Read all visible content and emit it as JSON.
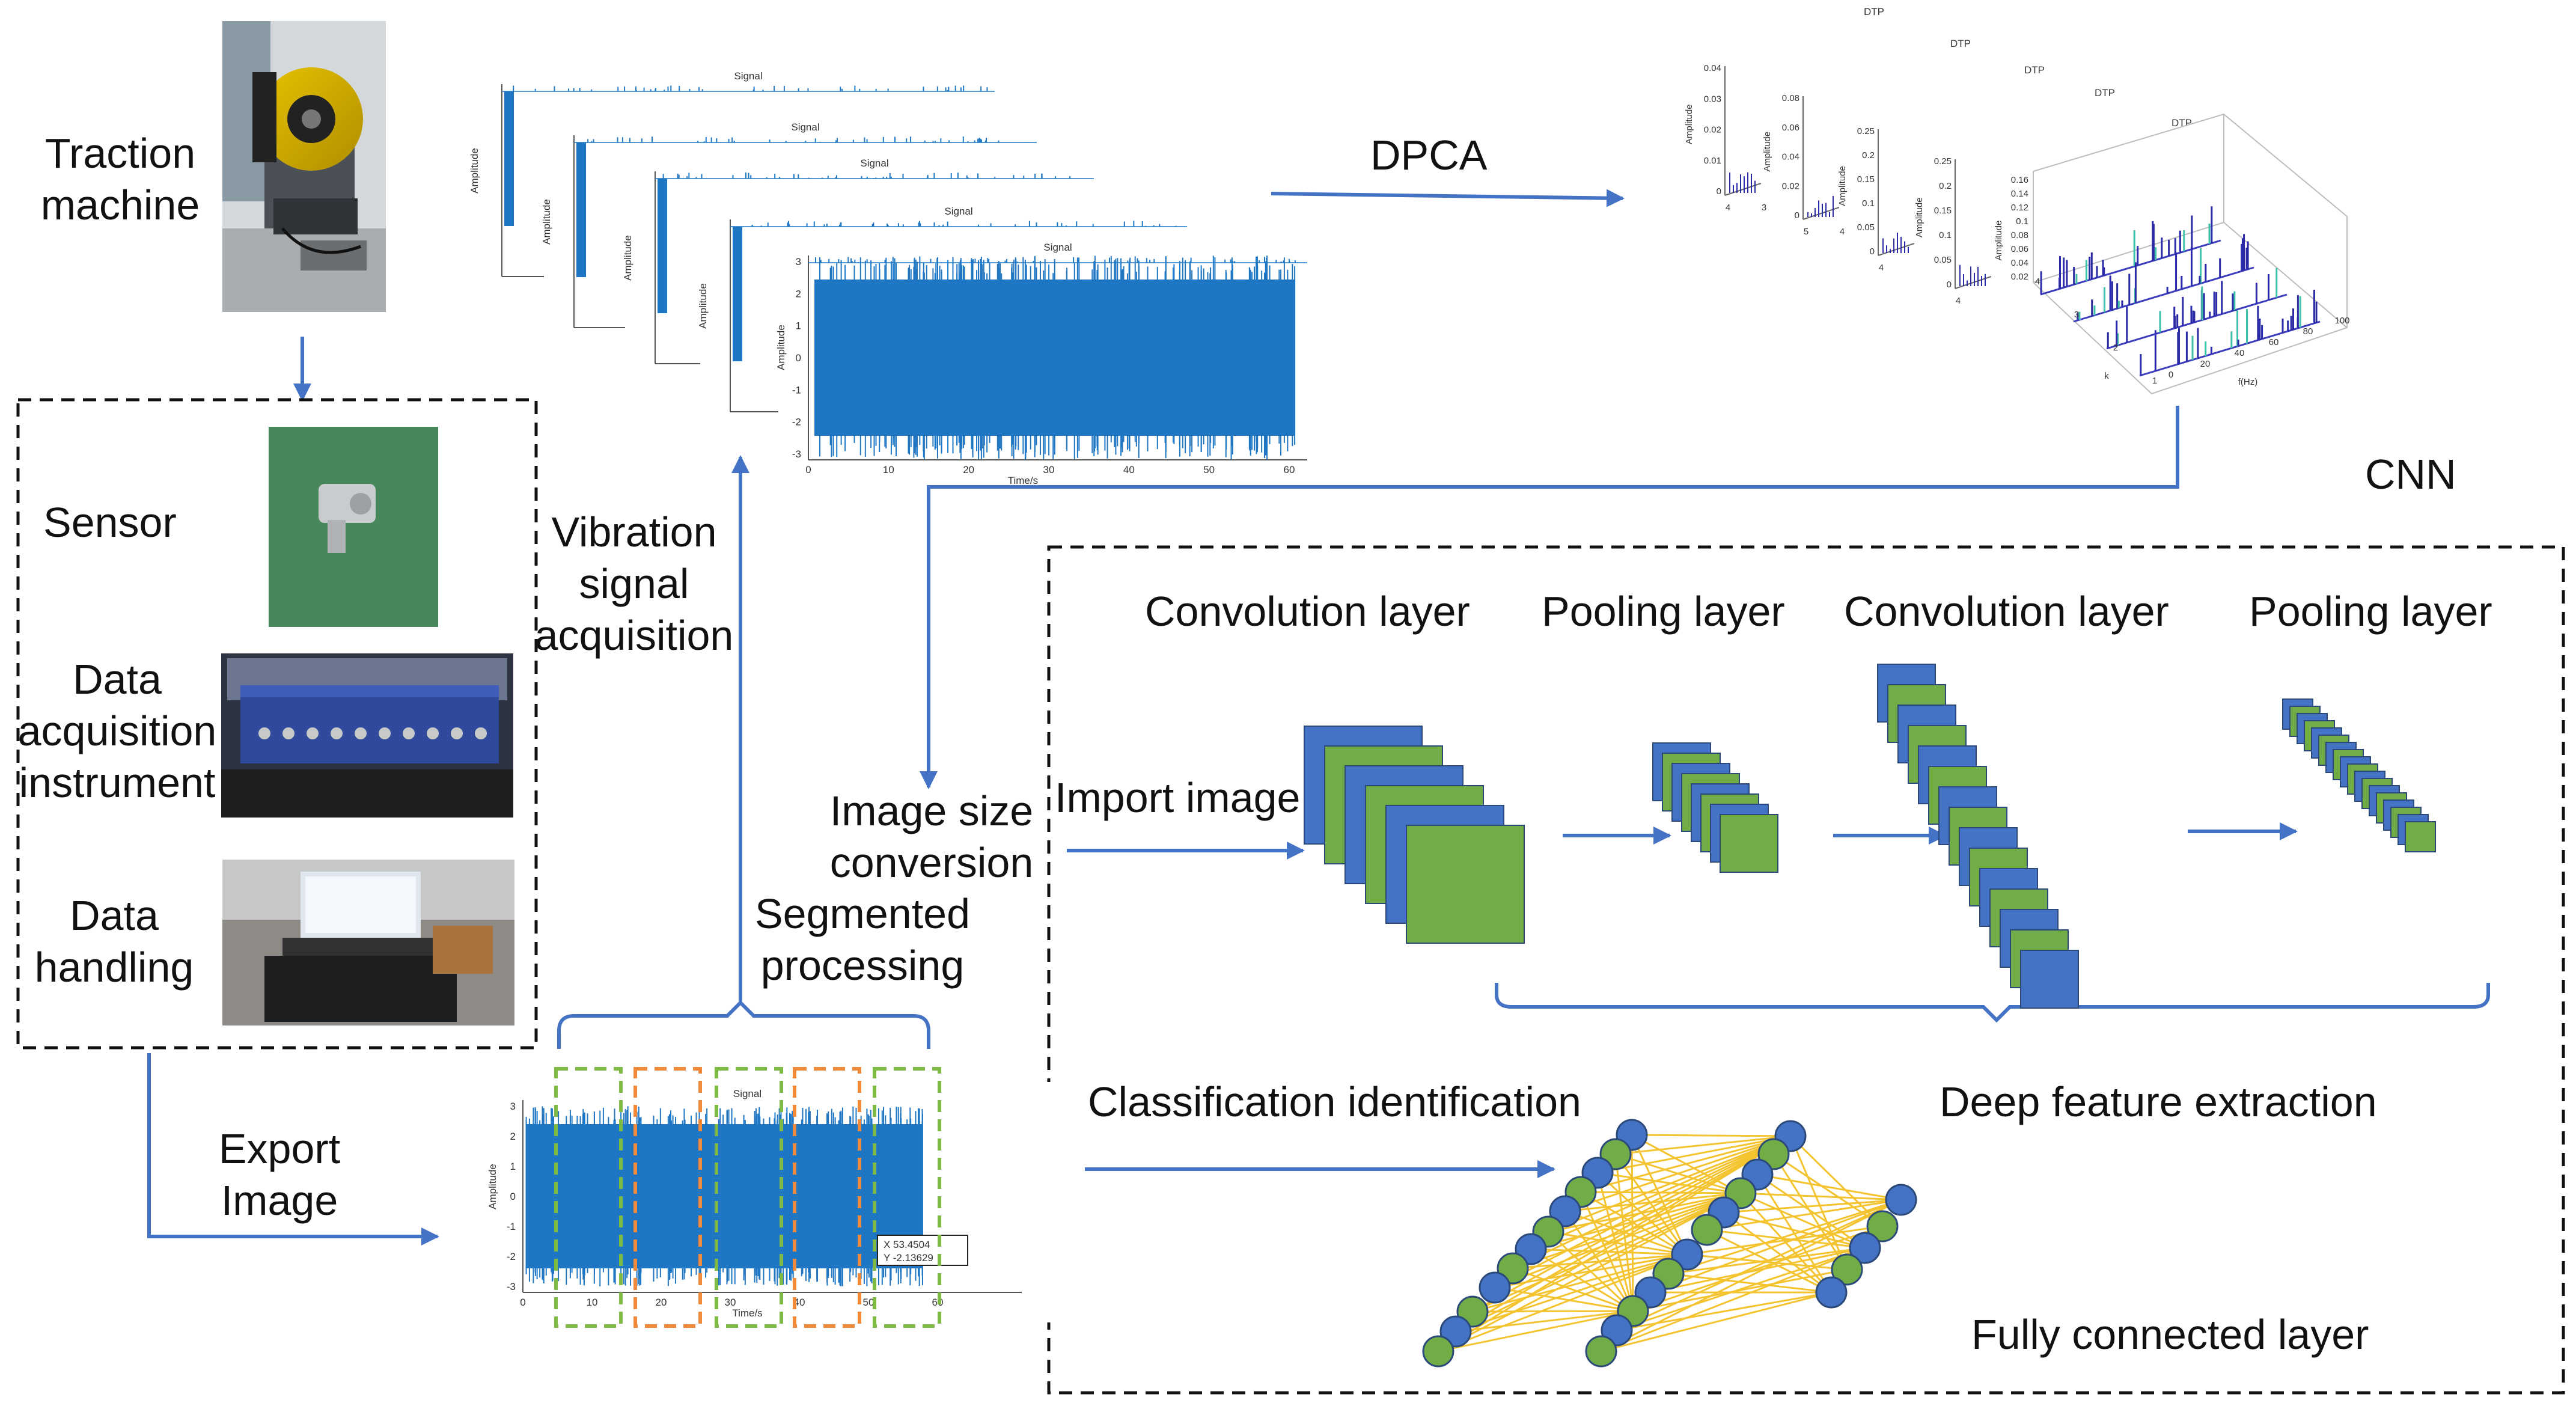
{
  "colors": {
    "arrow": "#4472C4",
    "cube_blue": "#4472C4",
    "cube_green": "#70AD47",
    "signal": "#1f77c4",
    "fc_lines": "#F4C430",
    "box_green": "#7DBB45",
    "box_orange": "#F08A3A"
  },
  "acquisition": {
    "traction_machine": "Traction\nmachine",
    "sensor": "Sensor",
    "data_acquisition": "Data\nacquisition\ninstrument",
    "data_handling": "Data\nhandling",
    "vibration": "Vibration\nsignal\nacquisition",
    "export_image": "Export\nImage"
  },
  "signals": {
    "title": "Signal",
    "ylabel": "Amplitude",
    "xlabel": "Time/s",
    "y_ticks": [
      "3",
      "2",
      "1",
      "0",
      "-1",
      "-2",
      "-3"
    ],
    "x_ticks": [
      "0",
      "10",
      "20",
      "30",
      "40",
      "50",
      "60"
    ],
    "cursor_x": "X 53.4504",
    "cursor_y": "Y -2.13629"
  },
  "dpca": {
    "label": "DPCA",
    "panel_title": "DTP",
    "ylabel": "Amplitude",
    "z_ticks": [
      "0.02",
      "0.04",
      "0.06",
      "0.08",
      "0.1",
      "0.12",
      "0.14",
      "0.16"
    ],
    "f_ticks": [
      "0",
      "20",
      "40",
      "60",
      "80",
      "100"
    ],
    "k_ticks": [
      "1",
      "2",
      "3",
      "4"
    ],
    "k_label": "k",
    "f_label": "f(Hz)",
    "small_z_ticks": [
      [
        "0.04",
        "0.03",
        "0.02",
        "0.01",
        "0"
      ],
      [
        "0.08",
        "0.06",
        "0.04",
        "0.02",
        "0"
      ],
      [
        "0.25",
        "0.2",
        "0.15",
        "0.1",
        "0.05",
        "0"
      ],
      [
        "0.25",
        "0.2",
        "0.15",
        "0.1",
        "0.05",
        "0"
      ]
    ],
    "small_corner": [
      [
        "4",
        "3"
      ],
      [
        "5",
        "4"
      ],
      [
        "4"
      ],
      [
        "4"
      ]
    ]
  },
  "processing": {
    "image_size": "Image size\nconversion",
    "segmented": "Segmented\nprocessing"
  },
  "cnn": {
    "title": "CNN",
    "conv1": "Convolution layer",
    "pool1": "Pooling layer",
    "conv2": "Convolution layer",
    "pool2": "Pooling layer",
    "import_image": "Import image",
    "deep_feature": "Deep feature extraction",
    "classification": "Classification identification",
    "fully_connected": "Fully connected layer"
  }
}
